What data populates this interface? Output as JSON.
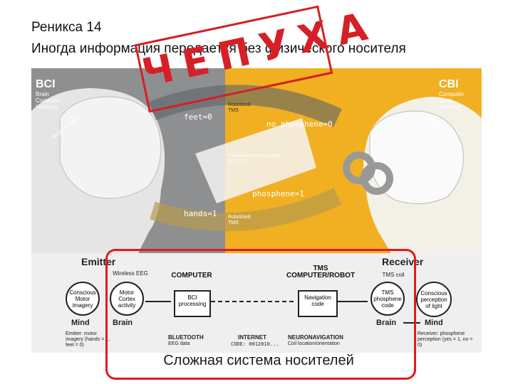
{
  "title": "Реникса 14",
  "subtitle": "Иногда информация передается без физического носителя",
  "stamp": "ЧЕПУХА",
  "caption": "Сложная система носителей",
  "figure": {
    "bci": {
      "title": "BCI",
      "desc": "Brain Computer Interface"
    },
    "cbi": {
      "title": "CBI",
      "desc": "Computer Brain Interface"
    },
    "flow": {
      "feet": "feet=0",
      "robot_tms": "Robotized TMS",
      "no_phosphene": "no phosphene=0",
      "internet": "Internet communication 0210210...",
      "phosphene": "phosphene=1",
      "hands": "hands=1",
      "robot_tms2": "Robotized TMS",
      "motor_imagery": "Motor imagery",
      "light_perception": "Light perception"
    },
    "bottom": {
      "emitter": "Emitter",
      "receiver": "Receiver",
      "wireless_eeg": "Wireless EEG",
      "computer1": "COMPUTER",
      "tms": "TMS",
      "computer_robot": "COMPUTER/ROBOT",
      "tms_coil": "TMS coil",
      "conscious_motor": "Conscious Motor imagery",
      "motor_cortex": "Motor Cortex activity",
      "bci_processing": "BCI processing",
      "navigation_code": "Navigation code",
      "tms_phosphene": "TMS phosphene code",
      "conscious_light": "Conscious perception of light",
      "mind_left": "Mind",
      "brain_left": "Brain",
      "brain_right": "Brain",
      "mind_right": "Mind",
      "emitter_note": "Emitter: motor imagery (hands = 1, feet = 0)",
      "bluetooth": "BLUETOOTH",
      "eeg_data": "EEG data",
      "internet_label": "INTERNET",
      "code": "CODE: 0012010...",
      "neuronav": "NEURONAVIGATION",
      "coil_loc": "Coil location/orientation",
      "receiver_note": "Receiver: phosphene perception (yes = 1, no = 0)"
    }
  }
}
